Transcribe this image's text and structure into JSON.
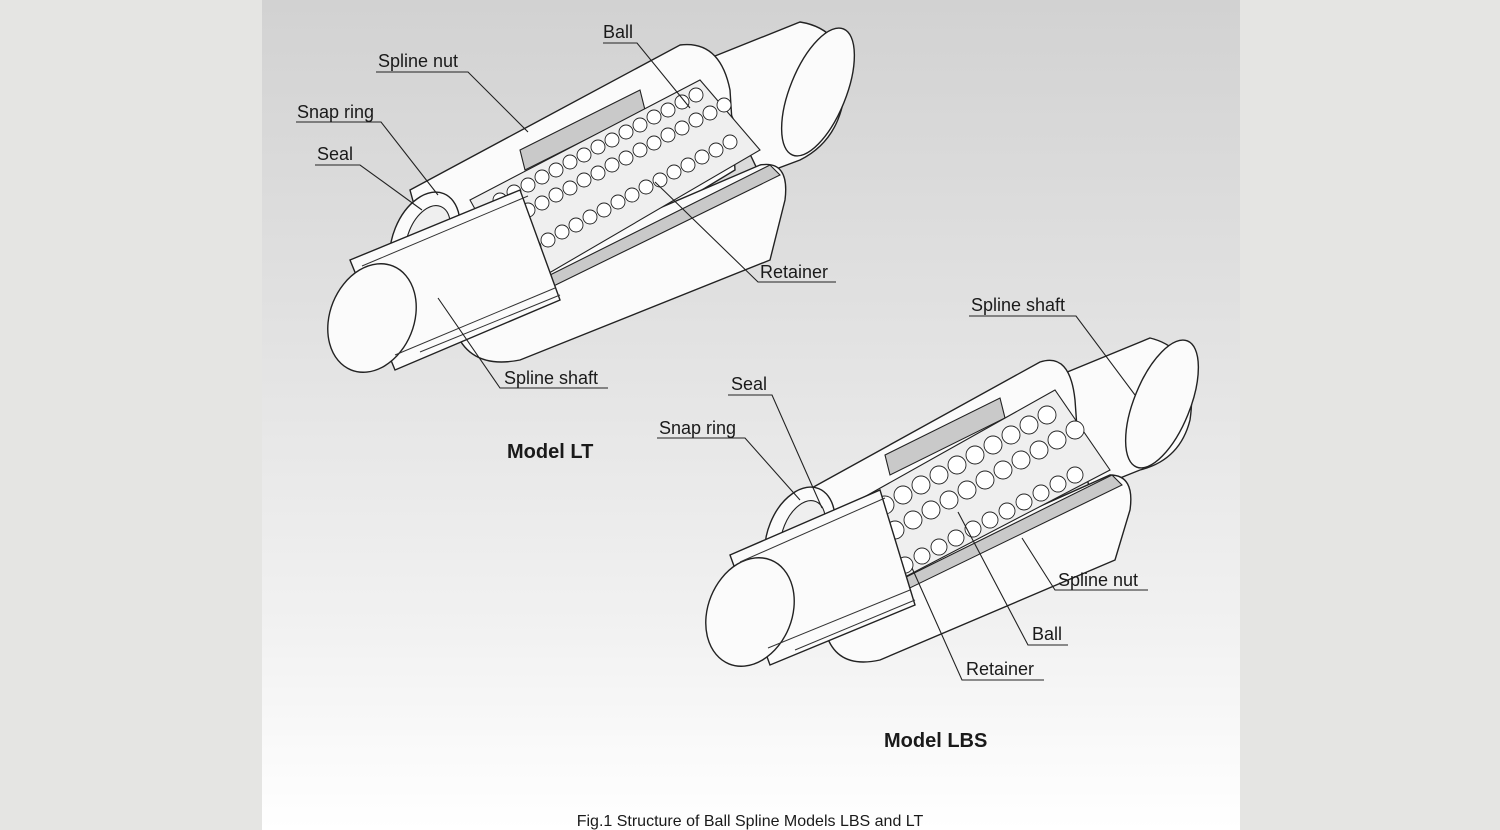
{
  "figure": {
    "caption": "Fig.1 Structure of Ball Spline Models LBS and LT"
  },
  "model_lt": {
    "title": "Model LT",
    "labels": {
      "ball": "Ball",
      "spline_nut": "Spline nut",
      "snap_ring": "Snap ring",
      "seal": "Seal",
      "retainer": "Retainer",
      "spline_shaft": "Spline shaft"
    }
  },
  "model_lbs": {
    "title": "Model LBS",
    "labels": {
      "spline_shaft": "Spline shaft",
      "seal": "Seal",
      "snap_ring": "Snap ring",
      "spline_nut": "Spline nut",
      "ball": "Ball",
      "retainer": "Retainer"
    }
  },
  "colors": {
    "background": "#e5e5e3",
    "panel_top": "#d2d2d2",
    "panel_bottom": "#ffffff",
    "line": "#222222"
  }
}
